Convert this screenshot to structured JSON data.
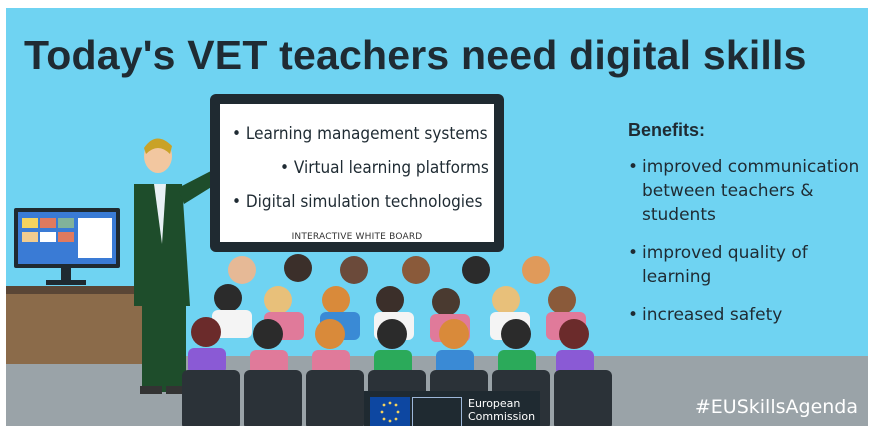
{
  "title": "Today's VET teachers need digital skills",
  "board": {
    "items": [
      "• Learning management systems",
      "• Virtual learning platforms",
      "• Digital simulation technologies"
    ],
    "label": "INTERACTIVE WHITE BOARD"
  },
  "benefits": {
    "heading": "Benefits:",
    "items": [
      "improved communication between teachers & students",
      "improved quality of learning",
      "increased safety"
    ]
  },
  "footer": {
    "hashtag": "#EUSkillsAgenda",
    "logo_line1": "European",
    "logo_line2": "Commission"
  },
  "colors": {
    "background": "#6fd3f2",
    "title": "#1f2b33",
    "board": "#1f2a31",
    "floor": "#9aa3a8",
    "chairs": "#2b3238"
  }
}
